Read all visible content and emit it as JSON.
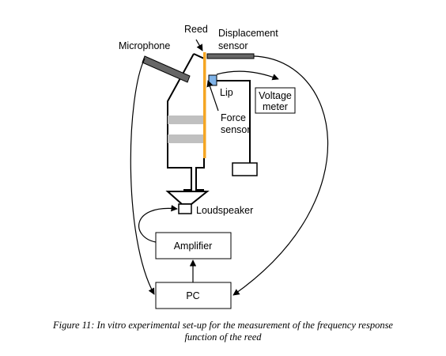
{
  "labels": {
    "reed": "Reed",
    "displacement_sensor": [
      "Displacement",
      "sensor"
    ],
    "microphone": "Microphone",
    "lip": "Lip",
    "voltage_meter": [
      "Voltage",
      "meter"
    ],
    "force_sensor": [
      "Force",
      "sensor"
    ],
    "loudspeaker": "Loudspeaker",
    "amplifier": "Amplifier",
    "pc": "PC"
  },
  "caption": [
    "Figure 11: In vitro experimental set-up for the measurement of the frequency response",
    "function of the reed"
  ],
  "colors": {
    "reed": "#f5a623",
    "lip": "#7fb3e8",
    "rings": "#c0c0c0",
    "sensor": "#666666"
  }
}
